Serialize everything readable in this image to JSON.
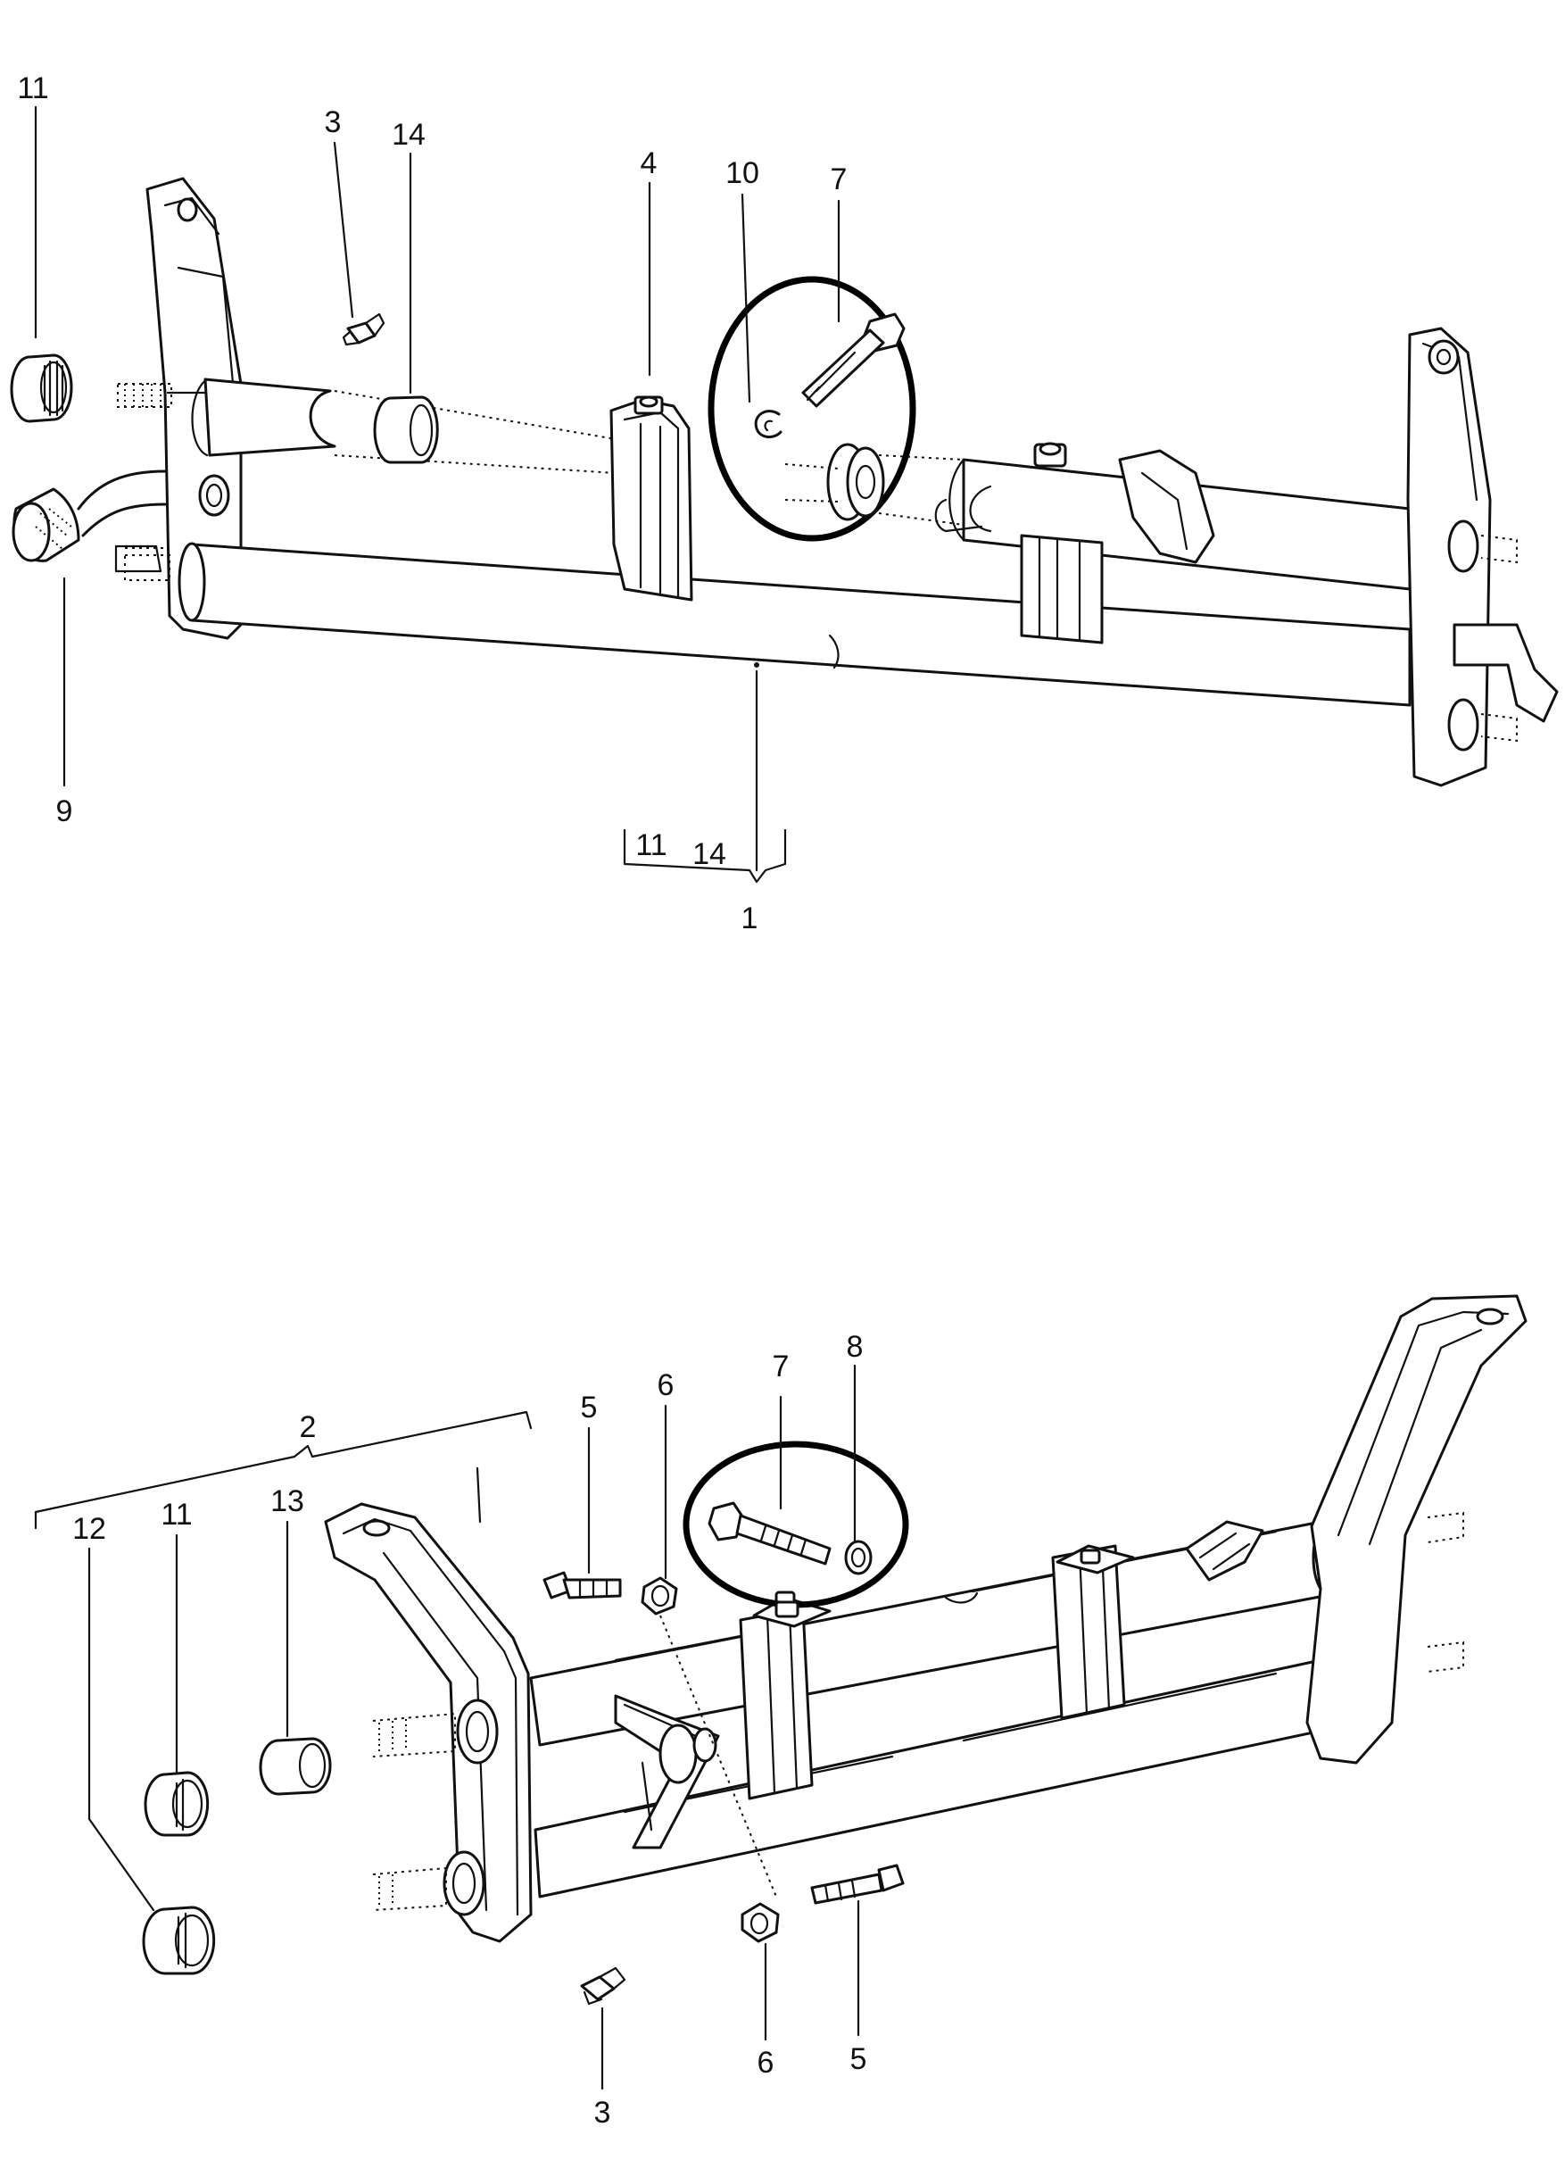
{
  "upper": {
    "labels": {
      "l11": "11",
      "l3": "3",
      "l14": "14",
      "l4": "4",
      "l10": "10",
      "l7": "7",
      "l9": "9",
      "b11": "11",
      "b14": "14",
      "l1": "1"
    }
  },
  "lower": {
    "labels": {
      "l2": "2",
      "l12": "12",
      "l11": "11",
      "l13": "13",
      "l5a": "5",
      "l6a": "6",
      "l7": "7",
      "l8": "8",
      "l3": "3",
      "l6b": "6",
      "l5b": "5"
    }
  }
}
